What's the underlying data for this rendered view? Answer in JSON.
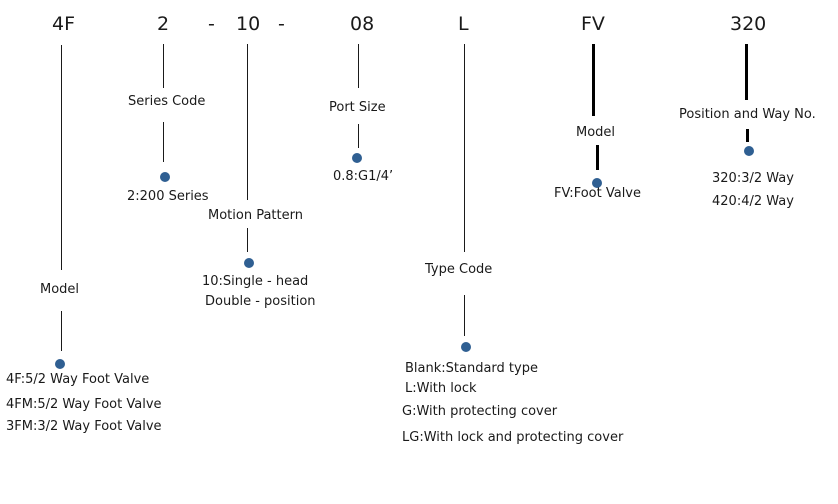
{
  "codes": {
    "model": "4F",
    "series": "2",
    "sep1": "-",
    "motion": "10",
    "sep2": "-",
    "port": "08",
    "type": "L",
    "fv": "FV",
    "position": "320"
  },
  "labels": {
    "model": "Model",
    "series": "Series Code",
    "motion": "Motion Pattern",
    "port": "Port Size",
    "type": "Type Code",
    "fv_model": "Model",
    "position": "Position and Way No."
  },
  "options": {
    "model": [
      "4F:5/2 Way Foot  Valve",
      "4FM:5/2 Way Foot Valve",
      "3FM:3/2 Way Foot Valve"
    ],
    "series": [
      "2:200 Series"
    ],
    "motion": [
      "10:Single - head",
      "Double - position"
    ],
    "port": [
      "0.8:G1/4’"
    ],
    "type": [
      "Blank:Standard type",
      "L:With lock",
      "G:With protecting cover",
      "LG:With lock and protecting cover"
    ],
    "fv": [
      "FV:Foot Valve"
    ],
    "position": [
      "320:3/2 Way",
      "420:4/2 Way"
    ]
  },
  "colors": {
    "dot": "#2f5f92",
    "line": "#1a1a1a"
  }
}
